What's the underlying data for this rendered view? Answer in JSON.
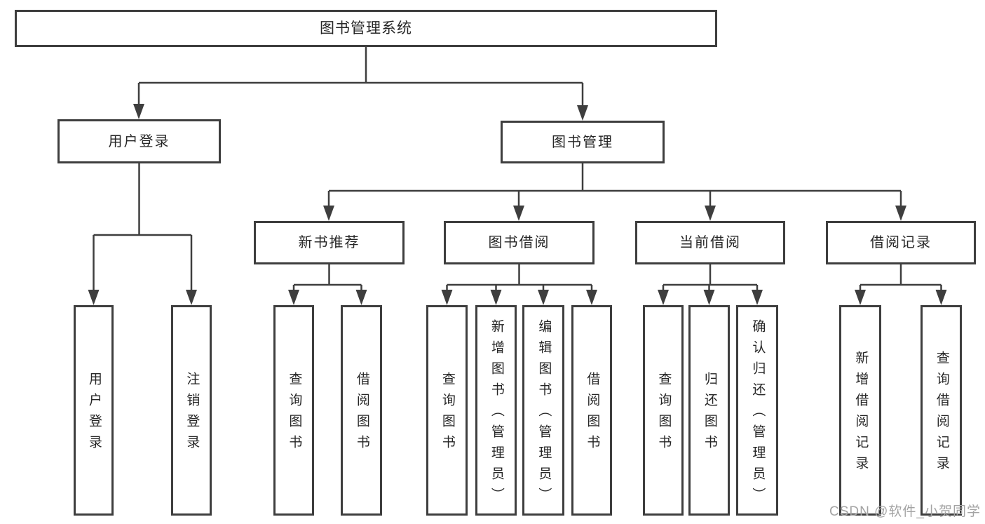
{
  "tree": {
    "root": {
      "label": "图书管理系统"
    },
    "branches": [
      {
        "label": "用户登录",
        "children": [
          {
            "label": "用户登录"
          },
          {
            "label": "注销登录"
          }
        ]
      },
      {
        "label": "图书管理",
        "children": [
          {
            "label": "新书推荐",
            "children": [
              {
                "label": "查询图书"
              },
              {
                "label": "借阅图书"
              }
            ]
          },
          {
            "label": "图书借阅",
            "children": [
              {
                "label": "查询图书"
              },
              {
                "label": "新增图书（管理员）"
              },
              {
                "label": "编辑图书（管理员）"
              },
              {
                "label": "借阅图书"
              }
            ]
          },
          {
            "label": "当前借阅",
            "children": [
              {
                "label": "查询图书"
              },
              {
                "label": "归还图书"
              },
              {
                "label": "确认归还（管理员）"
              }
            ]
          },
          {
            "label": "借阅记录",
            "children": [
              {
                "label": "新增借阅记录"
              },
              {
                "label": "查询借阅记录"
              }
            ]
          }
        ]
      }
    ]
  },
  "colors": {
    "line": "#3e3e3e",
    "text": "#262626",
    "watermark": "#a3a3a3"
  },
  "watermark": "CSDN @软件_小贺同学"
}
